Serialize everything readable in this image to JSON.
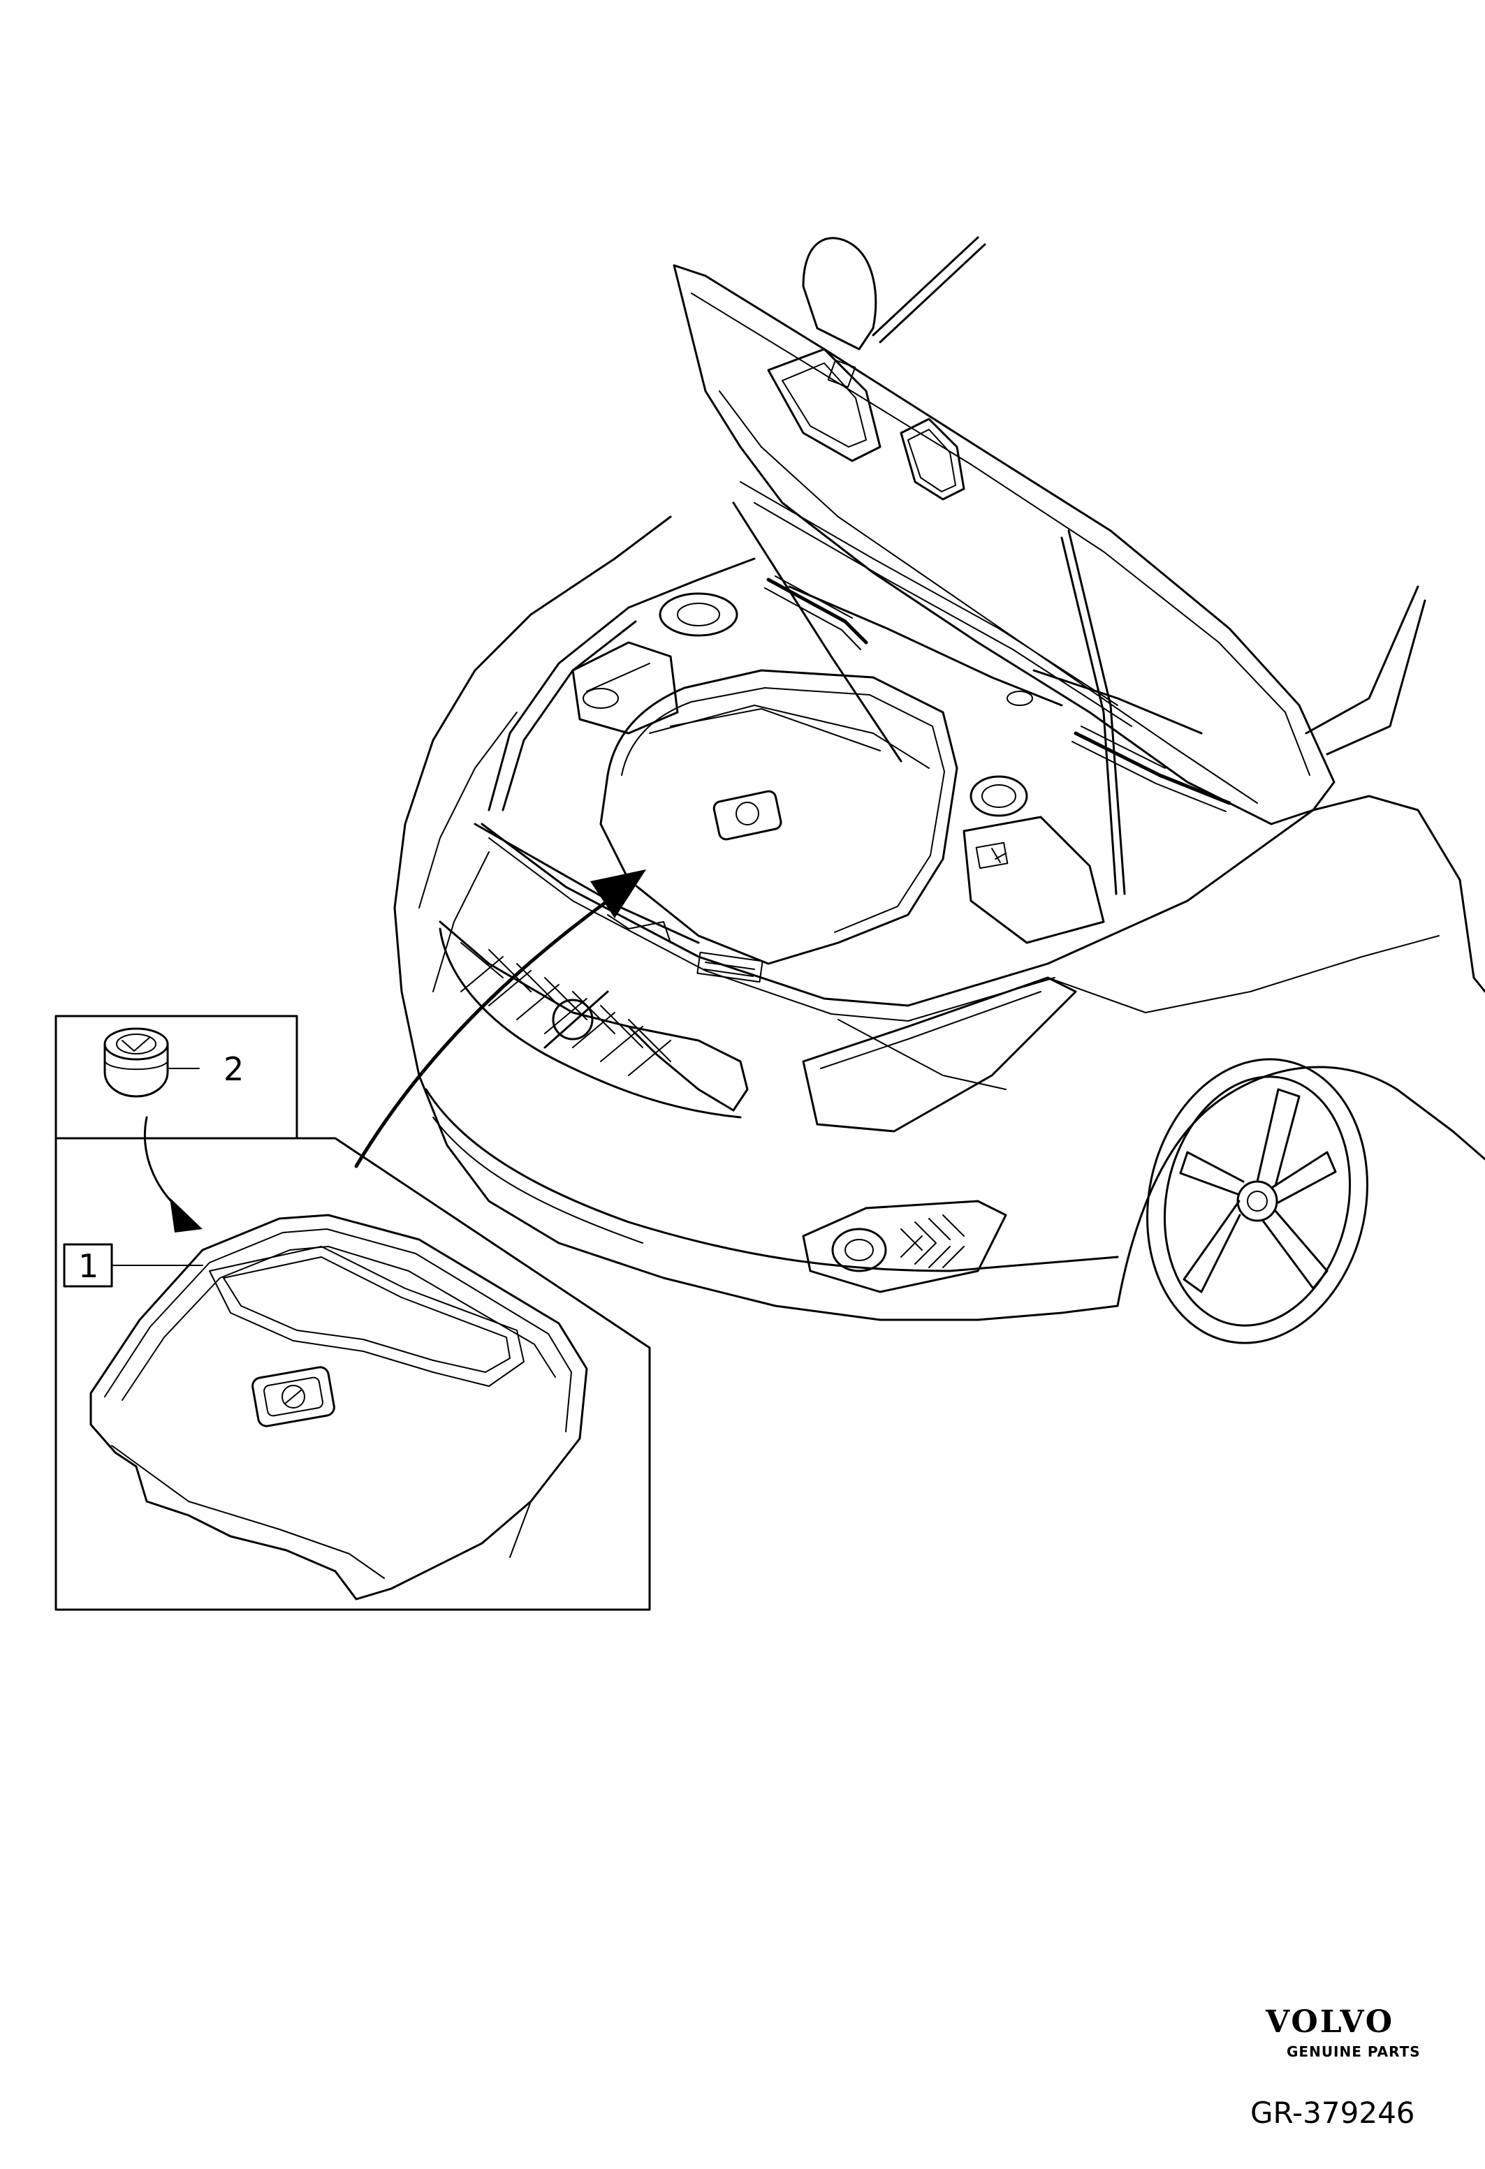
{
  "callouts": {
    "part_1": "1",
    "part_2": "2"
  },
  "branding": {
    "logo": "VOLVO",
    "tagline": "GENUINE PARTS"
  },
  "reference": "GR-379246"
}
